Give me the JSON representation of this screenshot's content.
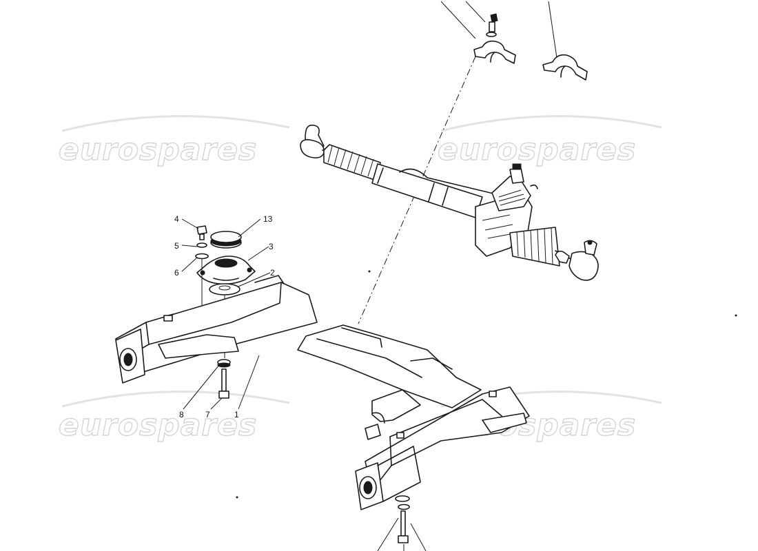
{
  "watermark": {
    "text": "eurospares",
    "color": "#d4d4d4"
  },
  "callouts": [
    {
      "id": "4",
      "label": "4"
    },
    {
      "id": "13",
      "label": "13"
    },
    {
      "id": "5",
      "label": "5"
    },
    {
      "id": "3",
      "label": "3"
    },
    {
      "id": "6",
      "label": "6"
    },
    {
      "id": "2",
      "label": "2"
    },
    {
      "id": "8",
      "label": "8"
    },
    {
      "id": "7",
      "label": "7"
    },
    {
      "id": "1",
      "label": "1"
    }
  ],
  "parts": [
    "subframe-crossmember",
    "steering-rack",
    "rack-mounting-clamp-left",
    "rack-mounting-clamp-right",
    "rubber-mount",
    "mount-bracket",
    "rubber-washer",
    "bolt",
    "washer",
    "spring-washer",
    "stud",
    "nut"
  ]
}
